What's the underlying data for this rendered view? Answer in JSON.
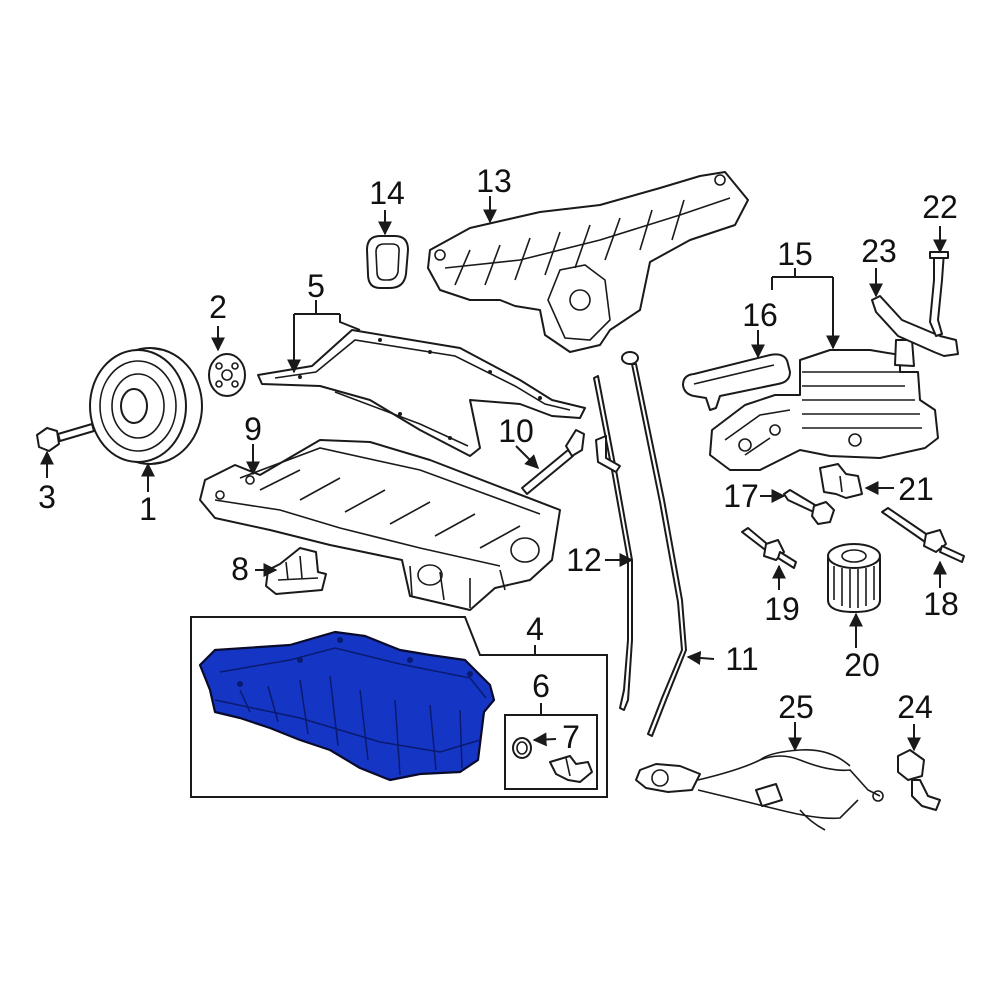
{
  "callouts": {
    "c1": "1",
    "c2": "2",
    "c3": "3",
    "c4": "4",
    "c5": "5",
    "c6": "6",
    "c7": "7",
    "c8": "8",
    "c9": "9",
    "c10": "10",
    "c11": "11",
    "c12": "12",
    "c13": "13",
    "c14": "14",
    "c15": "15",
    "c16": "16",
    "c17": "17",
    "c18": "18",
    "c19": "19",
    "c20": "20",
    "c21": "21",
    "c22": "22",
    "c23": "23",
    "c24": "24",
    "c25": "25"
  },
  "colors": {
    "highlight": "#1536c4",
    "line": "#1a1a1a",
    "background": "#ffffff"
  }
}
